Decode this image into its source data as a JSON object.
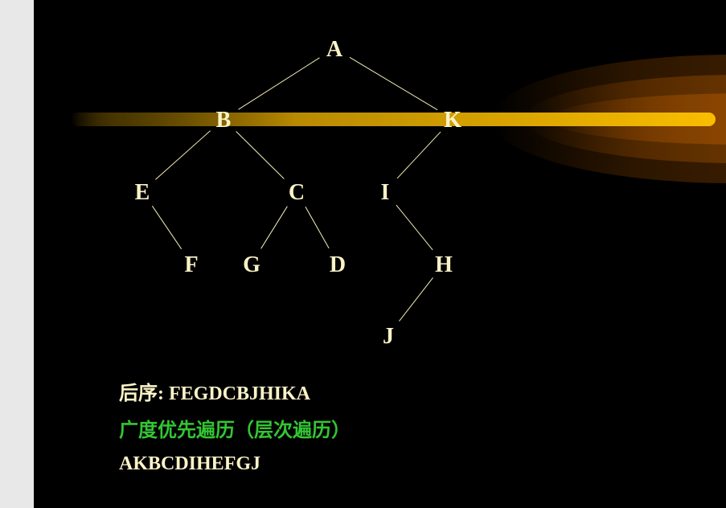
{
  "tree": {
    "nodes": [
      {
        "id": "A",
        "label": "A"
      },
      {
        "id": "B",
        "label": "B"
      },
      {
        "id": "K",
        "label": "K"
      },
      {
        "id": "E",
        "label": "E"
      },
      {
        "id": "C",
        "label": "C"
      },
      {
        "id": "I",
        "label": "I"
      },
      {
        "id": "F",
        "label": "F"
      },
      {
        "id": "G",
        "label": "G"
      },
      {
        "id": "D",
        "label": "D"
      },
      {
        "id": "H",
        "label": "H"
      },
      {
        "id": "J",
        "label": "J"
      }
    ],
    "edges": [
      [
        "A",
        "B"
      ],
      [
        "A",
        "K"
      ],
      [
        "B",
        "E"
      ],
      [
        "B",
        "C"
      ],
      [
        "K",
        "I"
      ],
      [
        "E",
        "F"
      ],
      [
        "C",
        "G"
      ],
      [
        "C",
        "D"
      ],
      [
        "I",
        "H"
      ],
      [
        "H",
        "J"
      ]
    ]
  },
  "text": {
    "postorder": "后序: FEGDCBJHIKA",
    "bfs_heading": "广度优先遍历（层次遍历）",
    "bfs_sequence": "AKBCDIHEFGJ"
  },
  "colors": {
    "slide_background": "#000000",
    "page_margin": "#e8e8e8",
    "label_text": "#fbf3c6",
    "heading_green": "#33c533",
    "edge_line": "#f4eeb4",
    "beam_gold": "#f5b400",
    "glow_orange": "#c86400"
  }
}
